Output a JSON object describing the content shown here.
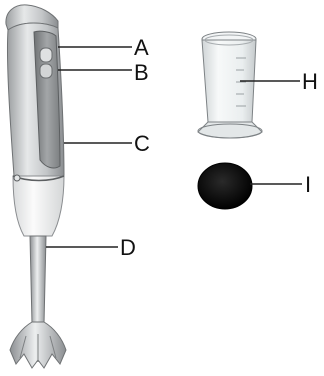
{
  "labels": {
    "a": "A",
    "b": "B",
    "c": "C",
    "d": "D",
    "h": "H",
    "i": "I"
  },
  "colors": {
    "body_silver": "#c9cbcc",
    "grip_dark": "#8e9092",
    "lower_body_white": "#f2f3f3",
    "shaft_steel": "#c2c5c7",
    "cup_clear": "#eef1f2",
    "lid_black": "#080808",
    "line": "#222222"
  },
  "icons": {
    "blender": "hand-blender-icon",
    "beaker": "measuring-beaker-icon",
    "lid": "beaker-lid-icon"
  }
}
